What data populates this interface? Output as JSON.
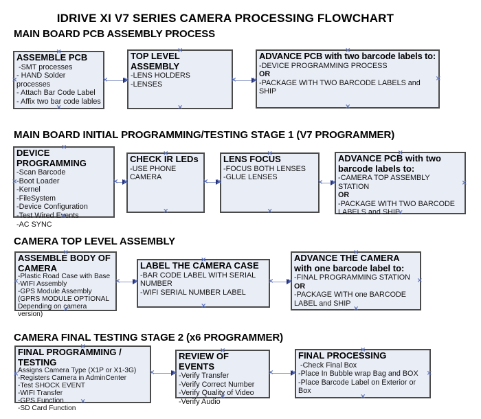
{
  "title": "IDRIVE XI V7 SERIES CAMERA PROCESSING FLOWCHART",
  "colors": {
    "box_fill": "#e9edf6",
    "box_border": "#4a4a4a",
    "arrow_line": "#8a98c6",
    "arrow_head": "#25317e",
    "connection_mark": "#5f74b8",
    "text": "#000000"
  },
  "sections": [
    {
      "header": "MAIN BOARD PCB ASSEMBLY PROCESS",
      "boxes": [
        {
          "title": "ASSEMBLE PCB",
          "lines": [
            " -SMT processes",
            "- HAND Solder processes",
            "- Attach Bar Code Label",
            "- Affix two bar code lables"
          ]
        },
        {
          "title": "TOP LEVEL ASSEMBLY",
          "lines": [
            "-LENS HOLDERS",
            "-LENSES"
          ]
        },
        {
          "title": "ADVANCE PCB with two barcode labels to:",
          "lines": [
            "-DEVICE PROGRAMMING PROCESS",
            {
              "text": "OR",
              "bold": true
            },
            "-PACKAGE WITH TWO BARCODE LABELS and SHIP"
          ]
        }
      ]
    },
    {
      "header": "MAIN BOARD INITIAL PROGRAMMING/TESTING STAGE 1 (V7 PROGRAMMER)",
      "boxes": [
        {
          "title": "DEVICE PROGRAMMING",
          "lines": [
            "-Scan Barcode",
            "-Boot Loader",
            "-Kernel",
            "-FileSystem",
            "-Device Configuration",
            "-Test Wired Events",
            "-AC SYNC"
          ]
        },
        {
          "title": "CHECK IR LEDs",
          "lines": [
            "-USE PHONE CAMERA"
          ]
        },
        {
          "title": "LENS FOCUS",
          "lines": [
            "-FOCUS BOTH LENSES",
            "-GLUE LENSES"
          ]
        },
        {
          "title": "ADVANCE PCB with two barcode labels to:",
          "lines": [
            "-CAMERA TOP ASSEMBLY STATION",
            {
              "text": "OR",
              "bold": true
            },
            "-PACKAGE WITH TWO BARCODE LABELS and SHIP"
          ]
        }
      ]
    },
    {
      "header": "CAMERA TOP LEVEL ASSEMBLY",
      "boxes": [
        {
          "title": "ASSEMBLE BODY OF CAMERA",
          "lines": [
            "-Plastic Road Case with Base",
            "-WIFI Assembly",
            "-GPS Module Assembly",
            "(GPRS MODULE OPTIONAL",
            "Depending on camera version)"
          ]
        },
        {
          "title": "LABEL THE CAMERA CASE",
          "lines": [
            "-BAR CODE LABEL WITH SERIAL NUMBER",
            "-WIFI SERIAL NUMBER LABEL"
          ]
        },
        {
          "title": "ADVANCE THE CAMERA with one barcode label to:",
          "lines": [
            "-FINAL PROGRAMMING STATION",
            {
              "text": "OR",
              "bold": true
            },
            "-PACKAGE WITH one BARCODE LABEL and SHIP"
          ]
        }
      ]
    },
    {
      "header": "CAMERA FINAL TESTING STAGE 2 (x6 PROGRAMMER)",
      "boxes": [
        {
          "title": "FINAL PROGRAMMING / TESTING",
          "lines": [
            "Assigns Camera Type (X1P or X1-3G)",
            "-Registers Camera in AdminCenter",
            "-Test SHOCK EVENT",
            "-WIFI Transfer",
            "-GPS Function",
            "-SD Card Function"
          ]
        },
        {
          "title": "REVIEW OF EVENTS",
          "lines": [
            "-Verify Transfer",
            "-Verify Correct Number",
            "-Verify Quality of Video",
            "-Verify Audio"
          ]
        },
        {
          "title": "FINAL PROCESSING",
          "lines": [
            " -Check Final Box",
            "-Place In Bubble wrap Bag and BOX",
            "-Place Barcode Label on Exterior or Box"
          ]
        }
      ]
    }
  ]
}
